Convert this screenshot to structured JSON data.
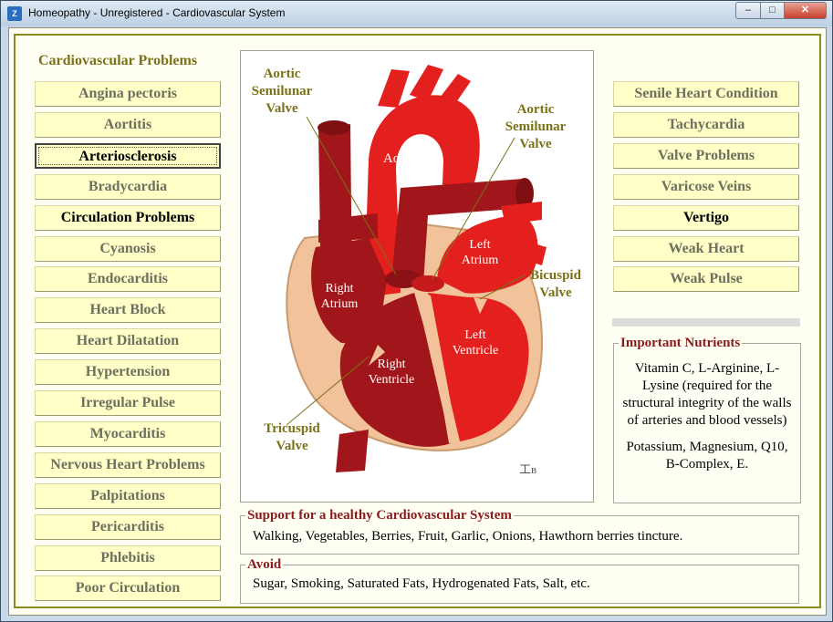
{
  "window": {
    "title": "Homeopathy - Unregistered - Cardiovascular System",
    "min_glyph": "–",
    "max_glyph": "□",
    "close_glyph": "✕"
  },
  "sidebar": {
    "heading": "Cardiovascular Problems",
    "items": [
      {
        "label": "Angina pectoris",
        "dark": false
      },
      {
        "label": "Aortitis",
        "dark": false
      },
      {
        "label": "Arteriosclerosis",
        "dark": true,
        "selected": true
      },
      {
        "label": "Bradycardia",
        "dark": false
      },
      {
        "label": "Circulation Problems",
        "dark": true
      },
      {
        "label": "Cyanosis",
        "dark": false
      },
      {
        "label": "Endocarditis",
        "dark": false
      },
      {
        "label": "Heart Block",
        "dark": false
      },
      {
        "label": "Heart Dilatation",
        "dark": false
      },
      {
        "label": "Hypertension",
        "dark": false
      },
      {
        "label": "Irregular Pulse",
        "dark": false
      },
      {
        "label": "Myocarditis",
        "dark": false
      },
      {
        "label": "Nervous Heart Problems",
        "dark": false
      },
      {
        "label": "Palpitations",
        "dark": false
      },
      {
        "label": "Pericarditis",
        "dark": false
      },
      {
        "label": "Phlebitis",
        "dark": false
      },
      {
        "label": "Poor Circulation",
        "dark": false
      }
    ]
  },
  "right_list": {
    "items": [
      {
        "label": "Senile Heart Condition",
        "dark": false
      },
      {
        "label": "Tachycardia",
        "dark": false
      },
      {
        "label": "Valve Problems",
        "dark": false
      },
      {
        "label": "Varicose Veins",
        "dark": false
      },
      {
        "label": "Vertigo",
        "dark": true
      },
      {
        "label": "Weak Heart",
        "dark": false
      },
      {
        "label": "Weak Pulse",
        "dark": false
      }
    ]
  },
  "diagram": {
    "labels": {
      "aortic_valve_left": [
        "Aortic",
        "Semilunar",
        "Valve"
      ],
      "aortic_valve_right": [
        "Aortic",
        "Semilunar",
        "Valve"
      ],
      "aorta": "Aorta",
      "left_atrium": [
        "Left",
        "Atrium"
      ],
      "bicuspid": [
        "Bicuspid",
        "Valve"
      ],
      "right_atrium": [
        "Right",
        "Atrium"
      ],
      "left_ventricle": [
        "Left",
        "Ventricle"
      ],
      "right_ventricle": [
        "Right",
        "Ventricle"
      ],
      "tricuspid": [
        "Tricuspid",
        "Valve"
      ],
      "signature": "工в"
    }
  },
  "nutrients": {
    "legend": "Important Nutrients",
    "text1": "Vitamin C, L-Arginine, L-Lysine (required for the structural integrity of the walls of arteries and blood vessels)",
    "text2": "Potassium, Magnesium, Q10, B-Complex, E."
  },
  "support": {
    "legend": "Support for a healthy Cardiovascular System",
    "text": "Walking, Vegetables, Berries, Fruit, Garlic, Onions, Hawthorn berries tincture."
  },
  "avoid": {
    "legend": "Avoid",
    "text": "Sugar, Smoking, Saturated Fats, Hydrogenated Fats, Salt, etc."
  },
  "colors": {
    "olive": "#7a7218",
    "button_bg": "#ffffc8",
    "legend_red": "#8b1a1a",
    "heart_dark": "#a0161a",
    "heart_red": "#e3201e",
    "heart_outline": "#f2c29a"
  }
}
